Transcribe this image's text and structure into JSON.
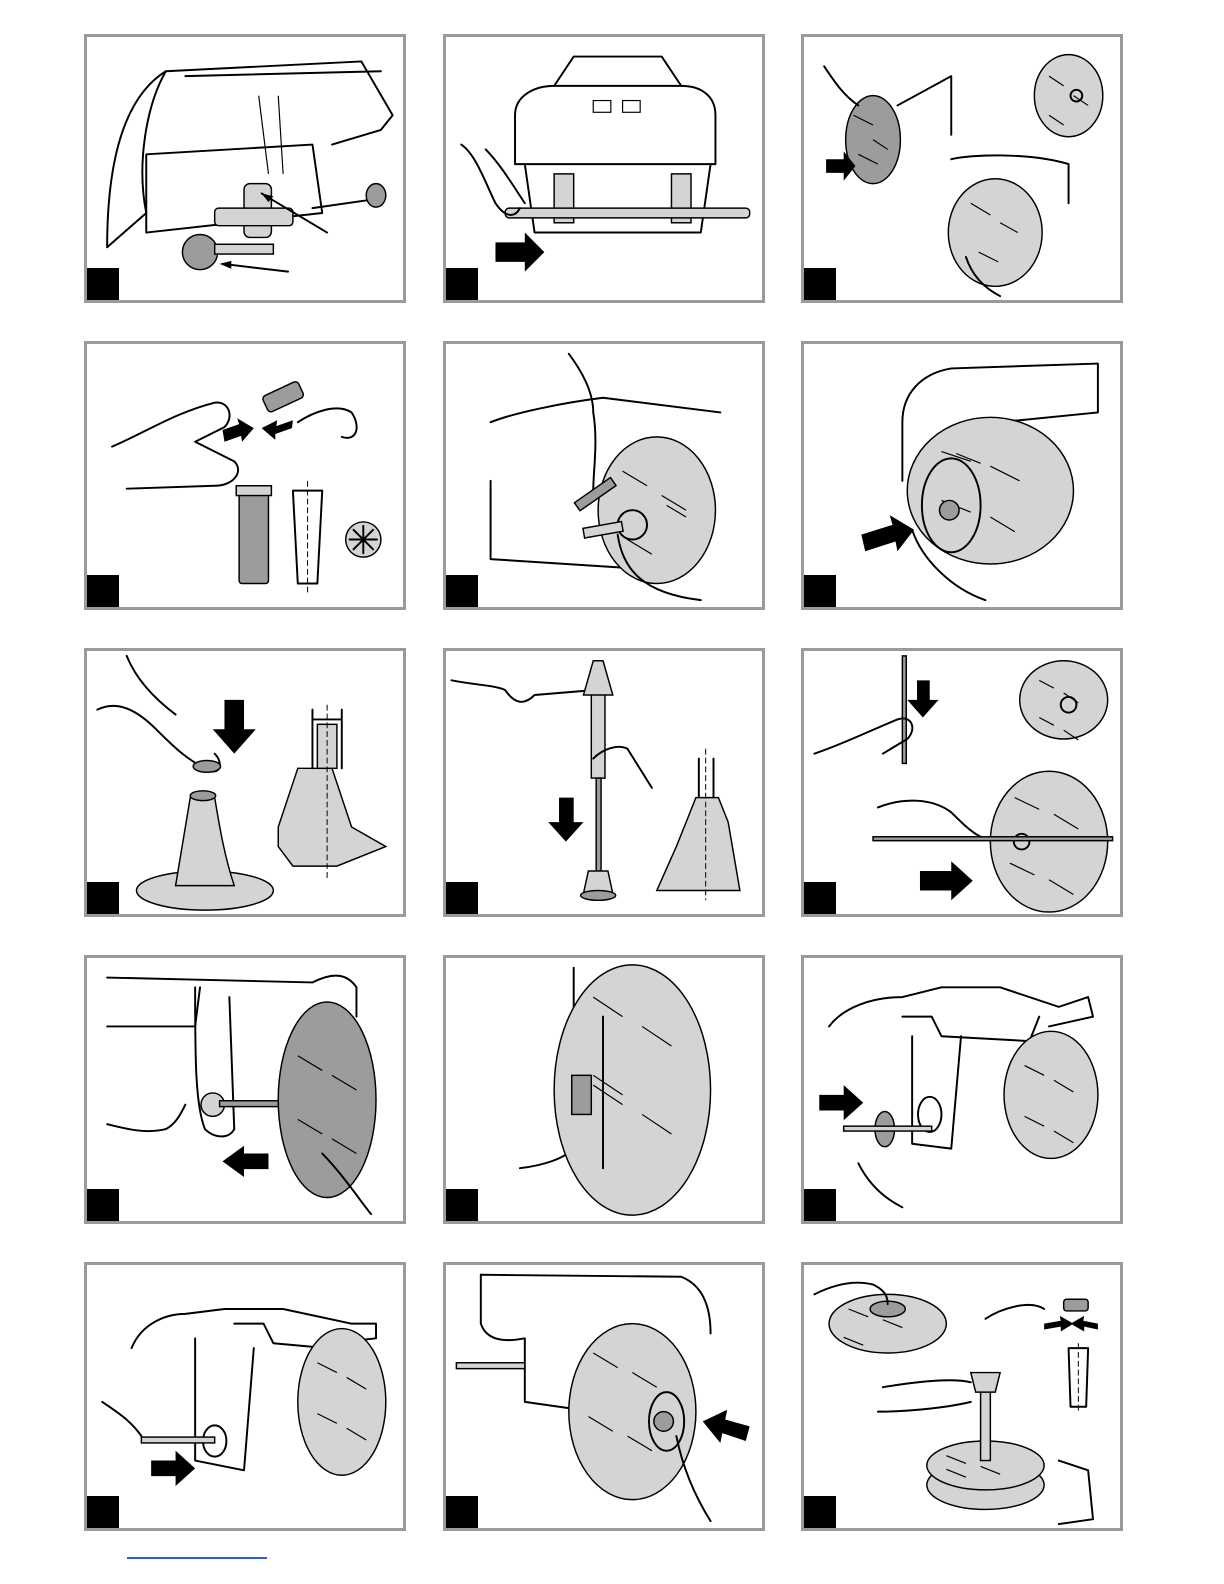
{
  "page": {
    "title": "",
    "steps": [
      {
        "icon": "rear-wheel-axle-cap-illustration"
      },
      {
        "icon": "pull-out-axle-illustration"
      },
      {
        "icon": "remove-wheel-illustration"
      },
      {
        "icon": "bushing-and-cap-illustration"
      },
      {
        "icon": "pry-hubcap-illustration"
      },
      {
        "icon": "push-wheel-on-axle-illustration"
      },
      {
        "icon": "place-cap-on-tool-illustration"
      },
      {
        "icon": "hammer-cap-illustration"
      },
      {
        "icon": "insert-axle-through-wheel-illustration"
      },
      {
        "icon": "slide-wheel-on-vehicle-illustration"
      },
      {
        "icon": "wheel-mounted-closeup-illustration"
      },
      {
        "icon": "insert-washer-illustration"
      },
      {
        "icon": "insert-axle-into-vehicle-illustration"
      },
      {
        "icon": "install-hubcap-illustration"
      },
      {
        "icon": "hammer-cap-on-wheel-illustration"
      }
    ]
  }
}
